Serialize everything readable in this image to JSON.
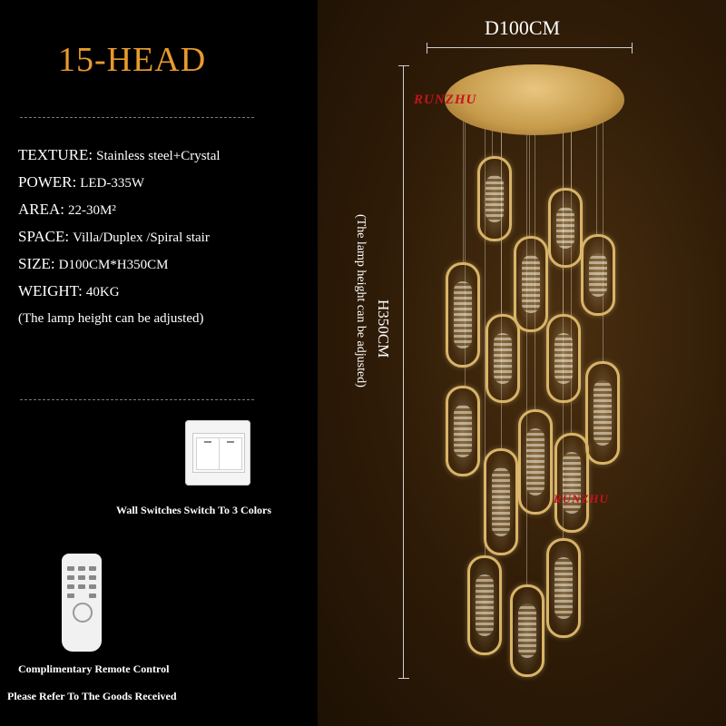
{
  "header": {
    "heads": "15-HEAD"
  },
  "specs": [
    {
      "key": "TEXTURE:",
      "value": "Stainless steel+Crystal"
    },
    {
      "key": "POWER:",
      "value": "LED-335W"
    },
    {
      "key": "AREA:",
      "value": "22-30M²"
    },
    {
      "key": "SPACE:",
      "value": "Villa/Duplex /Spiral stair"
    },
    {
      "key": "SIZE:",
      "value": "D100CM*H350CM"
    },
    {
      "key": "WEIGHT:",
      "value": "40KG"
    }
  ],
  "specs_note": "(The lamp height can be adjusted)",
  "switch_label": "Wall Switches Switch To 3 Colors",
  "remote_label": "Complimentary Remote Control",
  "footnote": "Please Refer To The Goods Received",
  "dimensions": {
    "diameter": "D100CM",
    "height": "H350CM",
    "height_note": "(The lamp height can be adjusted)"
  },
  "brand": "RUNZHU",
  "colors": {
    "heads": "#e89a2c",
    "brand": "#c4141c",
    "gold": "#d8b468"
  }
}
